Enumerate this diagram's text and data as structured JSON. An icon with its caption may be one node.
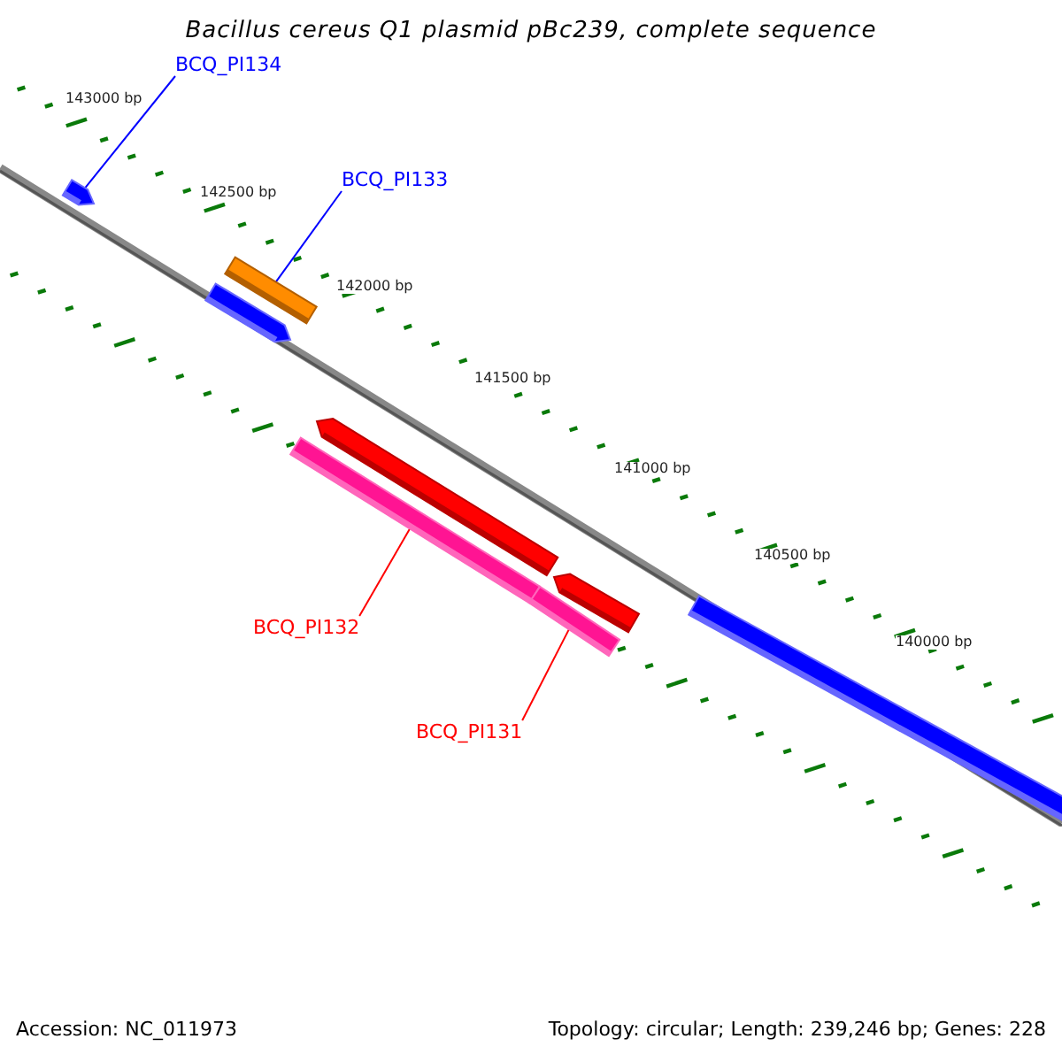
{
  "diagram": {
    "title": "Bacillus cereus Q1 plasmid pBc239, complete sequence",
    "nodes": [
      {
        "text": [
          "BCQ_PI134"
        ]
      },
      {
        "text": [],
        "shape": "bar"
      },
      {
        "text": [
          "BCQ_PI133"
        ]
      },
      {
        "text": [],
        "shape": "bar"
      },
      {
        "text": [],
        "shape": "bar"
      },
      {
        "text": [],
        "shape": "bar"
      },
      {
        "text": [
          "BCQ_PI132"
        ]
      },
      {
        "text": [],
        "shape": "bar"
      },
      {
        "text": [],
        "shape": "bar"
      },
      {
        "text": [
          "BCQ_PI131"
        ]
      },
      {
        "text": [],
        "shape": "bar"
      },
      {
        "text": [],
        "shape": "bar"
      }
    ],
    "edges": [
      {
        "from": 0,
        "to": 1,
        "arrow": "none",
        "color": "#0000ff"
      },
      {
        "from": 2,
        "to": 3,
        "arrow": "none",
        "color": "#0000ff"
      },
      {
        "from": 6,
        "to": 7,
        "arrow": "none",
        "color": "#ff0000"
      },
      {
        "from": 9,
        "to": 10,
        "arrow": "none",
        "color": "#ff0000"
      }
    ],
    "labels": [
      "143000 bp",
      "142500 bp",
      "142000 bp",
      "141500 bp",
      "141000 bp",
      "140500 bp",
      "140000 bp",
      "Accession: NC_011973",
      "Topology: circular; Length: 239,246 bp; Genes: 228"
    ]
  }
}
